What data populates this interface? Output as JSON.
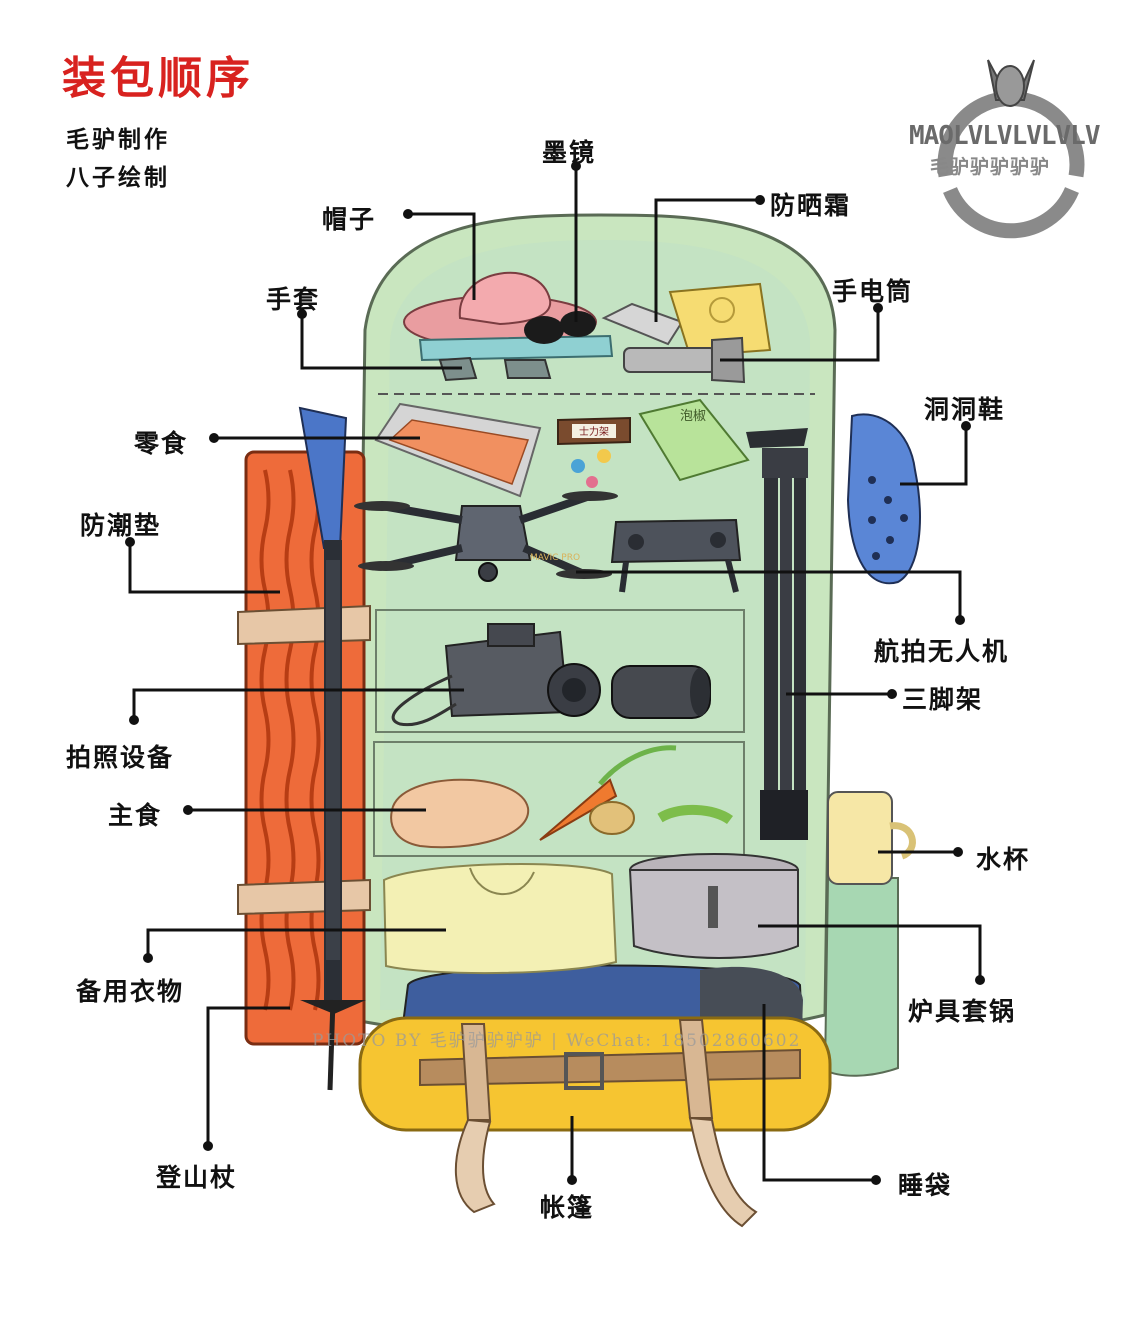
{
  "title": "装包顺序",
  "credits": [
    "毛驴制作",
    "八子绘制"
  ],
  "logo": {
    "text": "MAOLVLVLVLVLV",
    "sub": "毛驴驴驴驴驴"
  },
  "watermark": "PHOTO BY 毛驴驴驴驴驴 | WeChat: 18502860602",
  "labels": {
    "sunglasses": "墨镜",
    "sunscreen": "防晒霜",
    "hat": "帽子",
    "flashlight": "手电筒",
    "gloves": "手套",
    "crocs": "洞洞鞋",
    "snacks": "零食",
    "mat": "防潮垫",
    "drone": "航拍无人机",
    "tripod": "三脚架",
    "camera": "拍照设备",
    "staple": "主食",
    "cup": "水杯",
    "clothes": "备用衣物",
    "stove": "炉具套锅",
    "pole": "登山杖",
    "tent": "帐篷",
    "sleeping_bag": "睡袋"
  },
  "item_text": {
    "chocolate": "士力架",
    "chips": "泡椒",
    "drone_brand": "MAVIC PRO"
  },
  "colors": {
    "title": "#d8221f",
    "bag": "#c9e6bf",
    "mat": "#ee6b3a",
    "tent": "#f6c531",
    "line": "#111111"
  }
}
